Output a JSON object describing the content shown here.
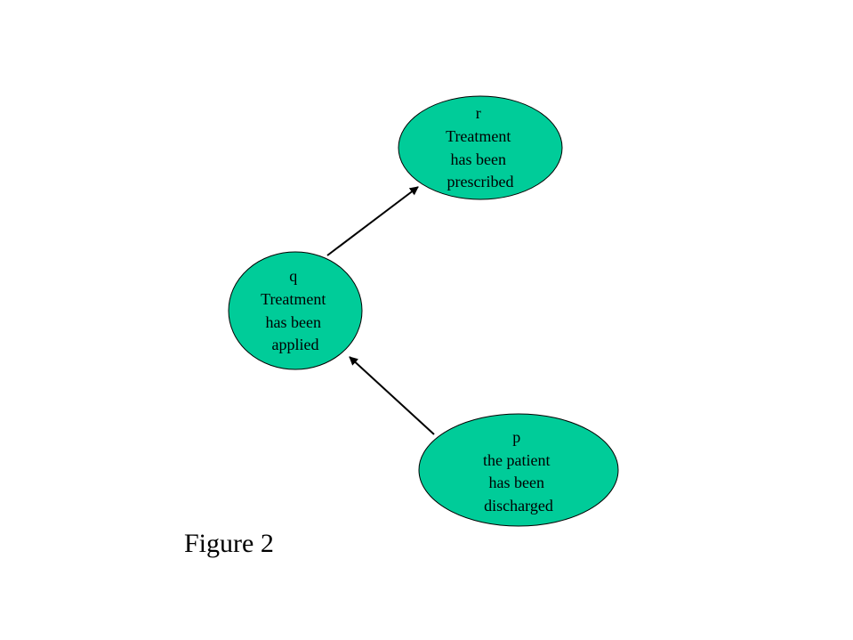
{
  "colors": {
    "node_fill": "#00CC99",
    "node_stroke": "#000000",
    "arrow": "#000000",
    "background": "#ffffff"
  },
  "nodes": {
    "r": {
      "lines": [
        "r",
        "Treatment",
        "has been",
        "prescribed"
      ]
    },
    "q": {
      "lines": [
        "q",
        "Treatment",
        "has been",
        "applied"
      ]
    },
    "p": {
      "lines": [
        "p",
        "the patient",
        "has been",
        "discharged"
      ]
    }
  },
  "edges": [
    {
      "from": "q",
      "to": "r"
    },
    {
      "from": "p",
      "to": "q"
    }
  ],
  "caption": "Figure 2"
}
